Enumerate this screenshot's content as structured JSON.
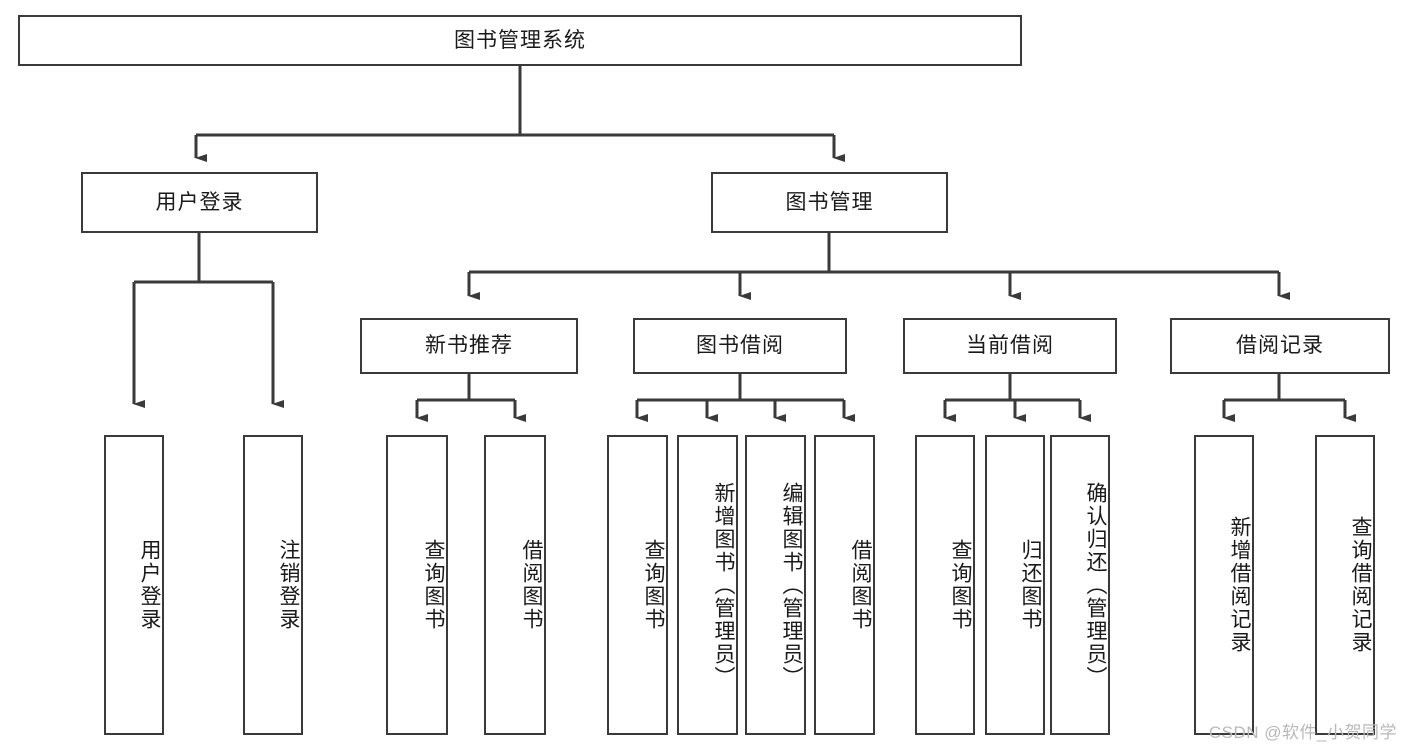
{
  "diagram": {
    "title": "图书管理系统",
    "type": "tree-hierarchy-chart",
    "root": {
      "label": "图书管理系统"
    },
    "level2": [
      {
        "label": "用户登录"
      },
      {
        "label": "图书管理"
      }
    ],
    "level3": [
      {
        "label": "新书推荐"
      },
      {
        "label": "图书借阅"
      },
      {
        "label": "当前借阅"
      },
      {
        "label": "借阅记录"
      }
    ],
    "leaves": {
      "user_login": [
        {
          "label": "用户登录"
        },
        {
          "label": "注销登录"
        }
      ],
      "new_book_recommend": [
        {
          "label": "查询图书"
        },
        {
          "label": "借阅图书"
        }
      ],
      "book_borrow": [
        {
          "label": "查询图书"
        },
        {
          "label": "新增图书（管理员）"
        },
        {
          "label": "编辑图书（管理员）"
        },
        {
          "label": "借阅图书"
        }
      ],
      "current_borrow": [
        {
          "label": "查询图书"
        },
        {
          "label": "归还图书"
        },
        {
          "label": "确认归还（管理员）"
        }
      ],
      "borrow_record": [
        {
          "label": "新增借阅记录"
        },
        {
          "label": "查询借阅记录"
        }
      ]
    }
  },
  "watermark": {
    "text": "CSDN @软件_小贺同学"
  },
  "colors": {
    "background": "#ffffff",
    "box_border": "#3a3a3a",
    "box_fill": "#ffffff",
    "text": "#1a1a1a",
    "connector": "#3a3a3a",
    "watermark": "#b9b9b9"
  }
}
